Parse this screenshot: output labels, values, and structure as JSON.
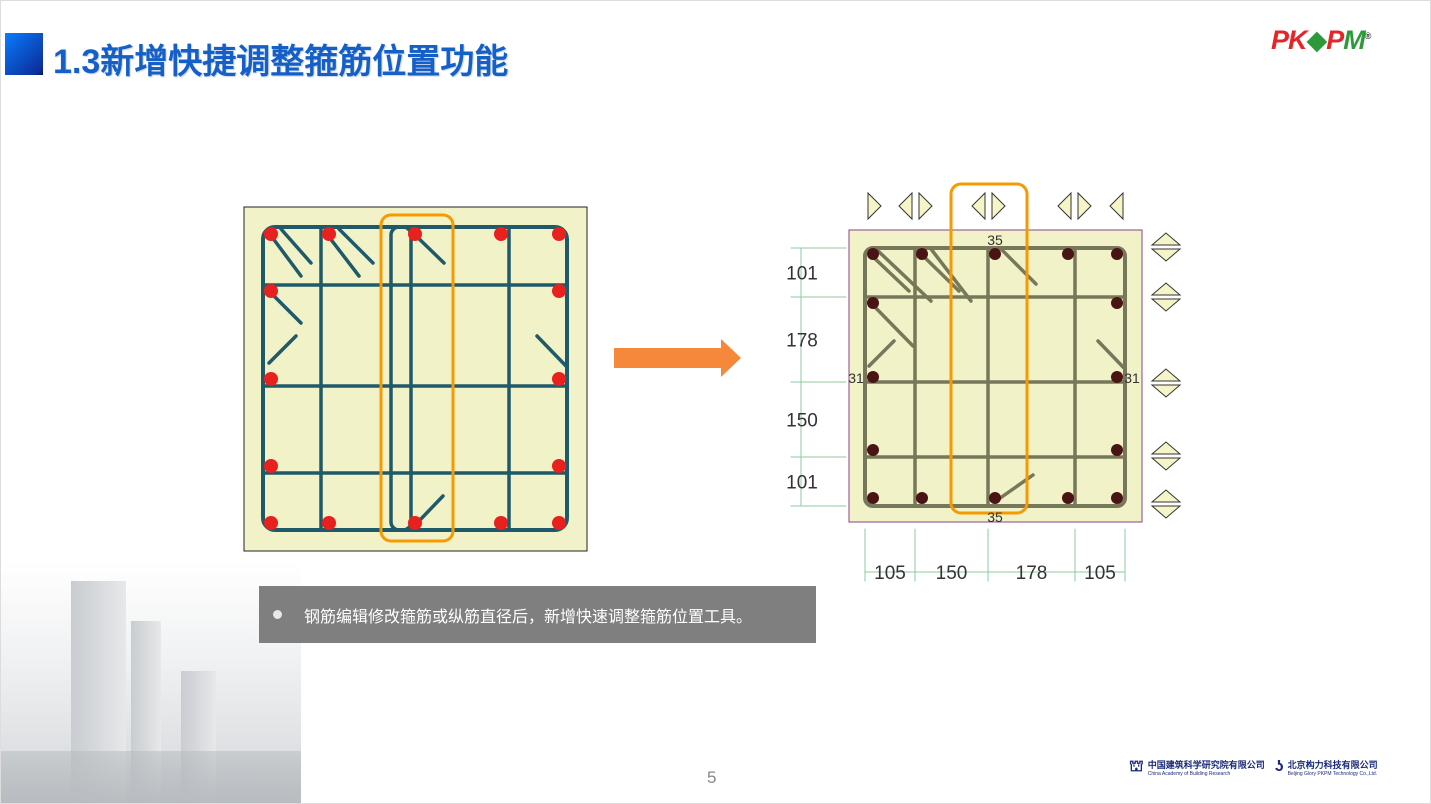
{
  "header": {
    "title": "1.3新增快捷调整箍筋位置功能",
    "logo": "PKPM",
    "logo_mark": "®"
  },
  "caption": {
    "text": "钢筋编辑修改箍筋或纵筋直径后，新增快速调整箍筋位置工具。"
  },
  "right_diagram": {
    "vertical_dims": [
      "101",
      "178",
      "150",
      "101"
    ],
    "horizontal_dims": [
      "105",
      "150",
      "178",
      "105"
    ],
    "cover_top": "35",
    "cover_bottom": "35",
    "cover_left": "31",
    "cover_right": "31"
  },
  "footer": {
    "page": "5",
    "org1": "中国建筑科学研究院有限公司",
    "org1_en": "China Academy of Building Research",
    "org2": "北京构力科技有限公司",
    "org2_en": "Beijing Glory PKPM Technology Co.,Ltd."
  },
  "colors": {
    "title": "#1560c8",
    "highlight": "#f59a00",
    "arrow": "#f5883a",
    "concrete": "#f2f2c8",
    "rebar_left": "#e8201e",
    "rebar_right": "#4a1414"
  }
}
